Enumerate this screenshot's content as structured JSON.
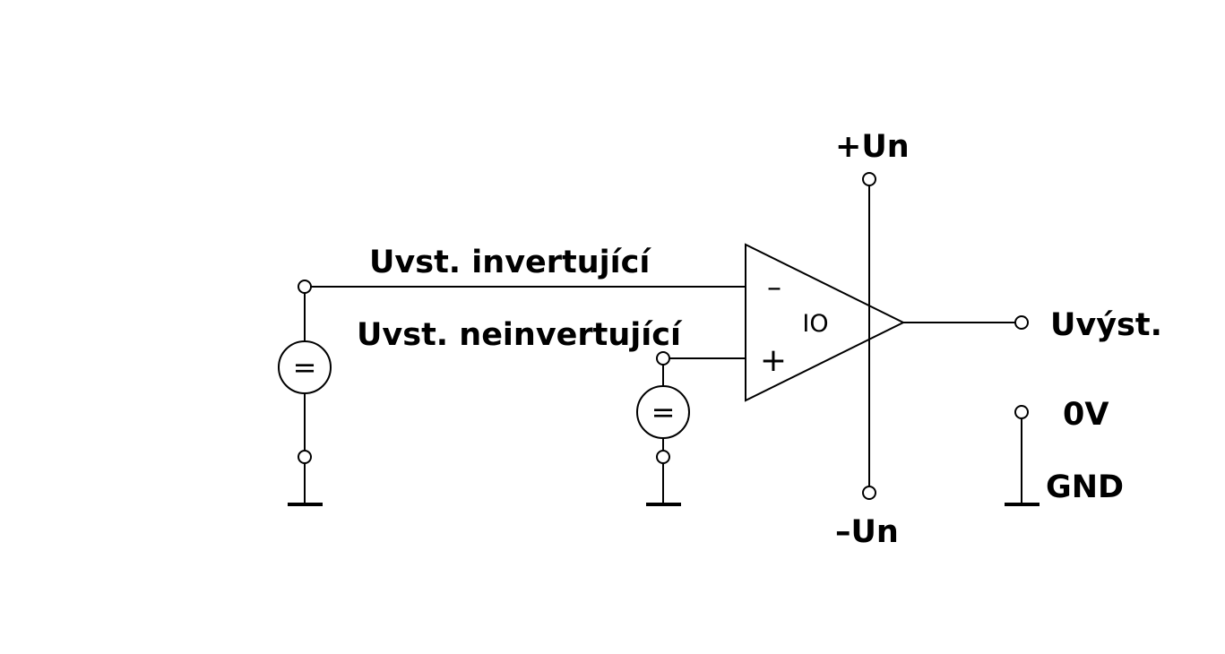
{
  "diagram": {
    "labels": {
      "v_plus": "+Un",
      "v_minus": "–Un",
      "in_inverting": "Uvst. invertující",
      "in_noninverting": "Uvst. neinvertující",
      "output": "Uvýst.",
      "zero_v": "0V",
      "ground": "GND"
    },
    "opamp": {
      "name": "IO",
      "minus_sign": "–",
      "plus_sign": "+"
    },
    "sources": {
      "left_symbol": "=",
      "right_symbol": "="
    }
  },
  "colors": {
    "line": "#000000",
    "background": "#ffffff"
  }
}
